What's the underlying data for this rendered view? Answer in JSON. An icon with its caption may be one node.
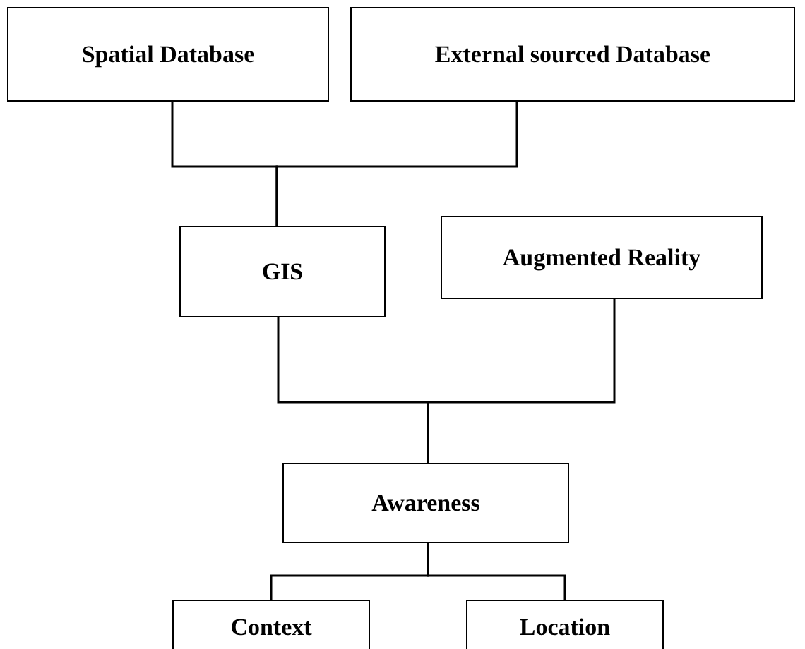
{
  "diagram": {
    "nodes": [
      {
        "text": [
          "Spatial Database"
        ]
      },
      {
        "text": [
          "External sourced Database"
        ]
      },
      {
        "text": [
          "GIS"
        ]
      },
      {
        "text": [
          "Augmented Reality"
        ]
      },
      {
        "text": [
          "Awareness"
        ]
      },
      {
        "text": [
          "Context"
        ]
      },
      {
        "text": [
          "Location"
        ]
      }
    ],
    "edges": [
      {
        "from": 0,
        "to": 2,
        "arrow": "none"
      },
      {
        "from": 1,
        "to": 2,
        "arrow": "none"
      },
      {
        "from": 2,
        "to": 4,
        "arrow": "none"
      },
      {
        "from": 3,
        "to": 4,
        "arrow": "none"
      },
      {
        "from": 4,
        "to": 5,
        "arrow": "none"
      },
      {
        "from": 4,
        "to": 6,
        "arrow": "none"
      }
    ]
  }
}
